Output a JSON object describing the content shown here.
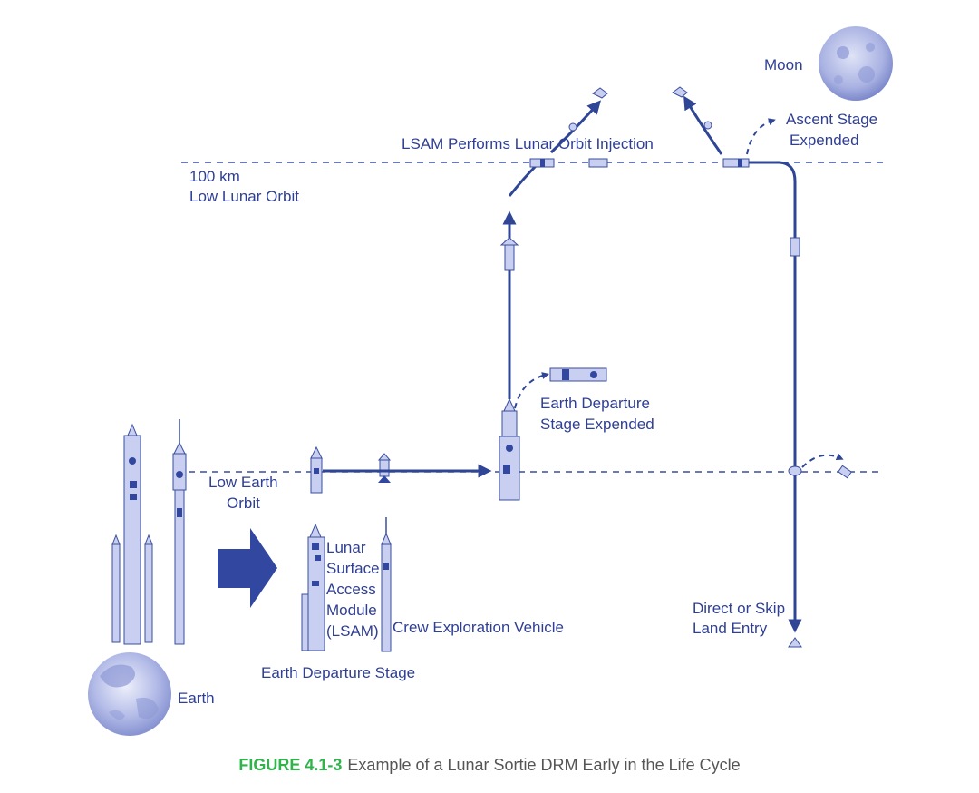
{
  "labels": {
    "moon": "Moon",
    "ascent_stage_1": "Ascent Stage",
    "ascent_stage_2": "Expended",
    "lsam_loi": "LSAM Performs Lunar Orbit Injection",
    "llo_1": "100 km",
    "llo_2": "Low Lunar Orbit",
    "eds_expended_1": "Earth Departure",
    "eds_expended_2": "Stage Expended",
    "leo_1": "Low Earth",
    "leo_2": "Orbit",
    "lsam_1": "Lunar",
    "lsam_2": "Surface",
    "lsam_3": "Access",
    "lsam_4": "Module",
    "lsam_5": "(LSAM)",
    "cev": "Crew Exploration Vehicle",
    "eds": "Earth Departure Stage",
    "earth": "Earth",
    "entry_1": "Direct or Skip",
    "entry_2": "Land Entry"
  },
  "caption": {
    "figure": "FIGURE 4.1-3",
    "text": "Example of a Lunar Sortie DRM Early in the Life Cycle"
  },
  "colors": {
    "diagram_blue": "#2f4596",
    "label_blue": "#2f3f94",
    "figure_green": "#2fb34a",
    "caption_gray": "#555555"
  }
}
